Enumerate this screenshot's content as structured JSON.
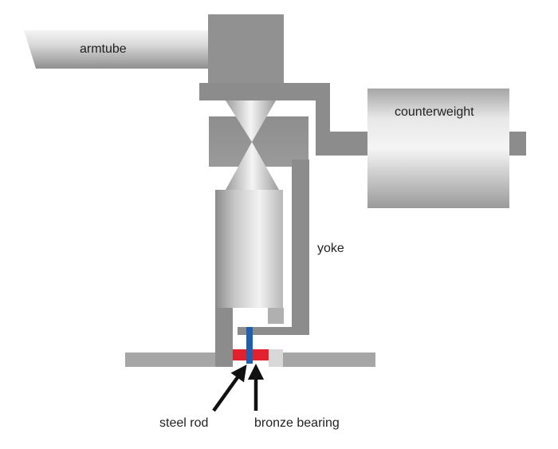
{
  "diagram": {
    "labels": {
      "armtube": "armtube",
      "counterweight": "counterweight",
      "yoke": "yoke",
      "steel_rod": "steel rod",
      "bronze_bearing": "bronze bearing"
    },
    "colors": {
      "gray_dark": "#8a8a8a",
      "gray_mid": "#a8a8a8",
      "gray_light": "#e6e6e6",
      "steel_rod": "#1f5fae",
      "bronze_bearing": "#e3202e",
      "arrow": "#111111"
    }
  }
}
